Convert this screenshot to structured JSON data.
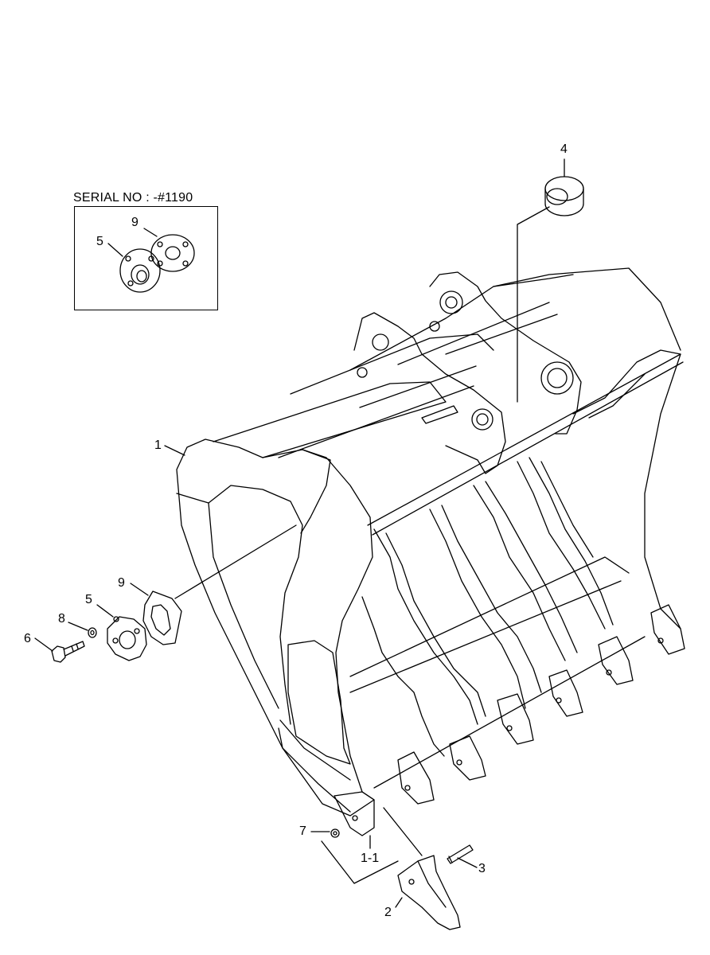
{
  "inset": {
    "serial_label": "SERIAL NO : -#1190"
  },
  "callouts": {
    "c1": "1",
    "c1_1": "1-1",
    "c2": "2",
    "c3": "3",
    "c4": "4",
    "c5_inset": "5",
    "c9_inset": "9",
    "c5": "5",
    "c6": "6",
    "c7": "7",
    "c8": "8",
    "c9": "9"
  }
}
